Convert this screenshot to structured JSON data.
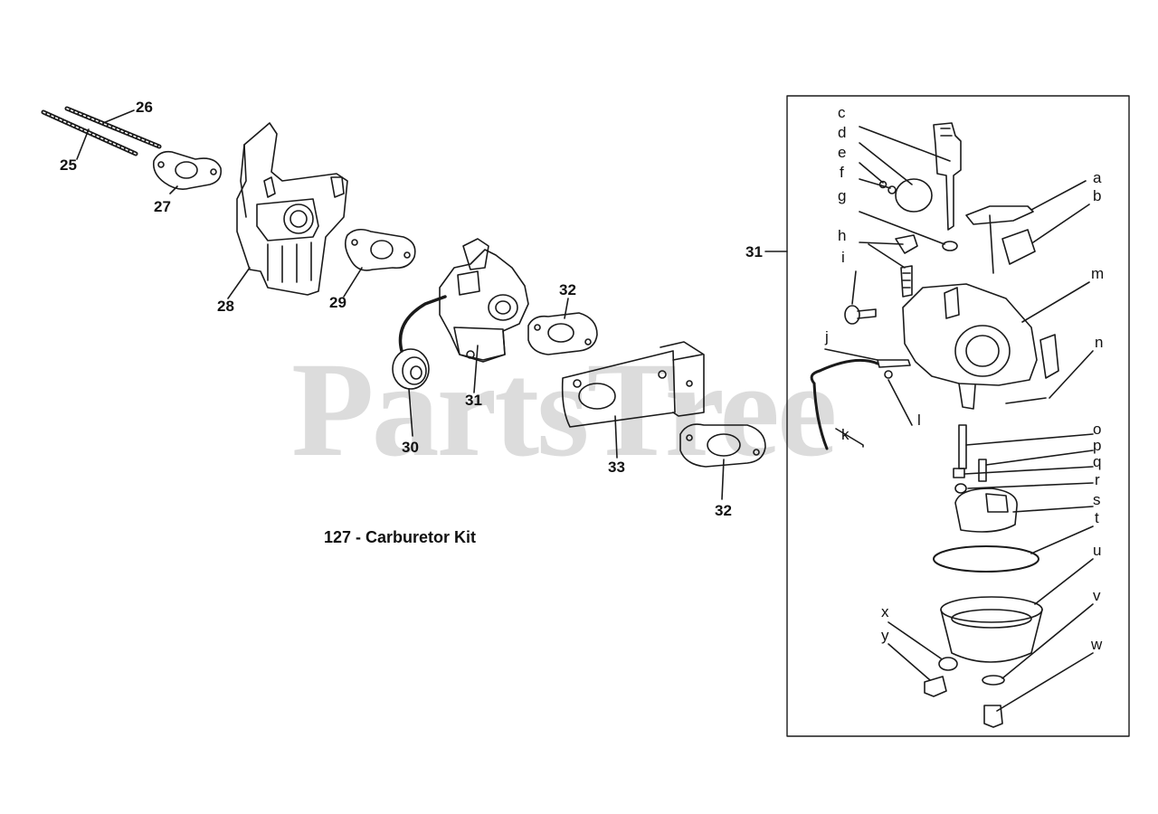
{
  "watermark": "PartsTree",
  "diagram_title": "127 - Carburetor Kit",
  "colors": {
    "line": "#1a1a1a",
    "watermark": "#dcdcdc",
    "background": "#ffffff"
  },
  "main_callouts": {
    "p25": "25",
    "p26": "26",
    "p27": "27",
    "p28": "28",
    "p29": "29",
    "p30": "30",
    "p31": "31",
    "p32a": "32",
    "p32b": "32",
    "p33": "33",
    "p31_box": "31"
  },
  "detail_callouts": {
    "a": "a",
    "b": "b",
    "c": "c",
    "d": "d",
    "e": "e",
    "f": "f",
    "g": "g",
    "h": "h",
    "i": "i",
    "j": "j",
    "k": "k",
    "l": "l",
    "m": "m",
    "n": "n",
    "o": "o",
    "p": "p",
    "q": "q",
    "r": "r",
    "s": "s",
    "t": "t",
    "u": "u",
    "v": "v",
    "w": "w",
    "x": "x",
    "y": "y"
  }
}
